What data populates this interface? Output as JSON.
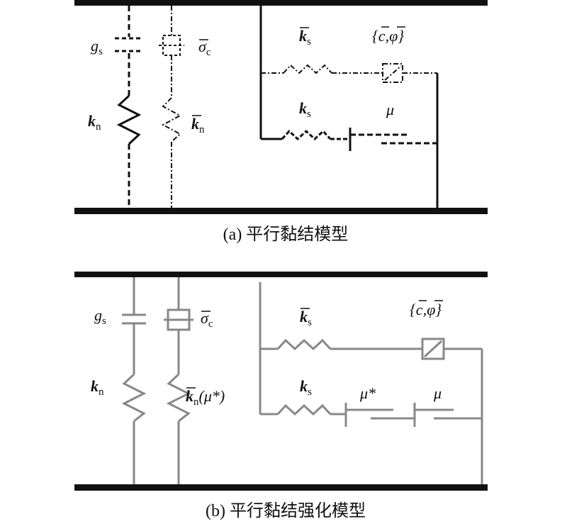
{
  "panel_a": {
    "caption": "(a) 平行黏结模型",
    "labels": {
      "gs_main": "g",
      "gs_sub": "s",
      "sigma_main": "σ",
      "sigma_sub": "c",
      "kn_main": "k",
      "kn_sub": "n",
      "kn_bar_main": "k",
      "kn_bar_sub": "n",
      "ks_bar_main": "k",
      "ks_bar_sub": "s",
      "ks_main": "k",
      "ks_sub": "s",
      "c_phi": "{c,φ}",
      "mu": "μ"
    }
  },
  "panel_b": {
    "caption": "(b) 平行黏结强化模型",
    "labels": {
      "gs_main": "g",
      "gs_sub": "s",
      "sigma_main": "σ",
      "sigma_sub": "c",
      "kn_main": "k",
      "kn_sub": "n",
      "kn_bar_main": "k",
      "kn_bar_sub": "n",
      "kn_bar_extra": "(μ*)",
      "ks_bar_main": "k",
      "ks_bar_sub": "s",
      "ks_main": "k",
      "ks_sub": "s",
      "c_phi": "{c,φ}",
      "mu_star": "μ*",
      "mu": "μ"
    }
  },
  "colors": {
    "panel_a_line": "#111111",
    "panel_b_line": "#888888",
    "bar": "#111111"
  }
}
